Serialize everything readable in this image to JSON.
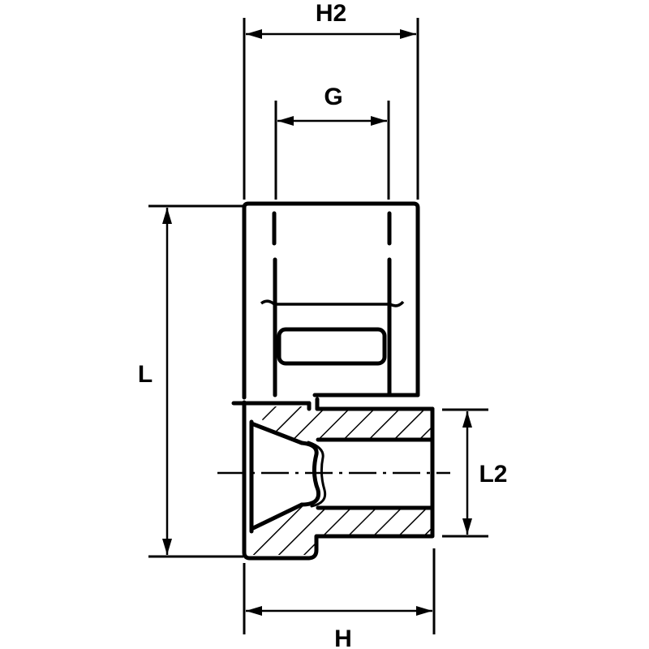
{
  "dimensions": {
    "h2": "H2",
    "g": "G",
    "l": "L",
    "l2": "L2",
    "h": "H"
  },
  "colors": {
    "line": "#000000",
    "background": "#ffffff"
  }
}
